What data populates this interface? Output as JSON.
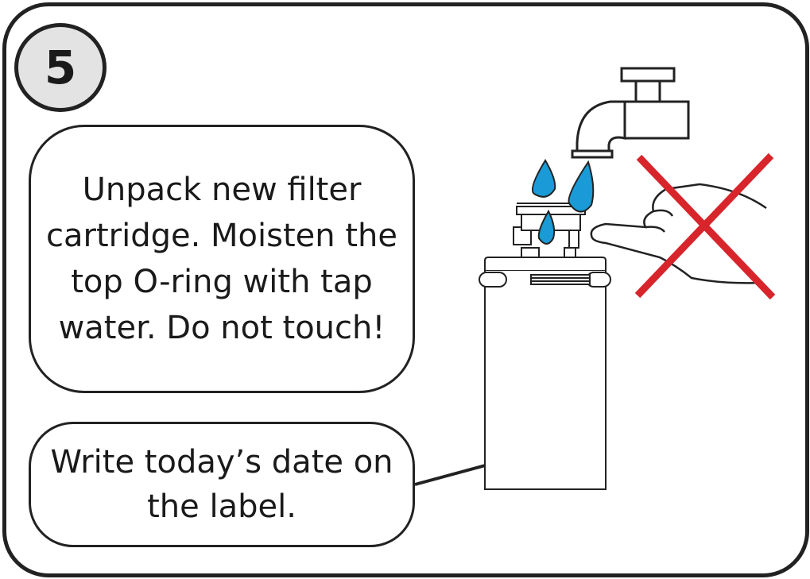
{
  "step": {
    "number": "5"
  },
  "instructions": {
    "unpack_text": "Unpack new filter cartridge. Moisten the top O-ring with tap water. Do not touch!",
    "date_text": "Write today’s date on the label."
  },
  "icons": [
    "tap-icon",
    "water-drop-icon",
    "filter-cartridge-icon",
    "hand-icon",
    "prohibited-cross-icon"
  ],
  "colors": {
    "water": "#1a9ad6",
    "cross": "#d7252b",
    "badge_fill": "#e3e3e3",
    "outline": "#222222"
  }
}
